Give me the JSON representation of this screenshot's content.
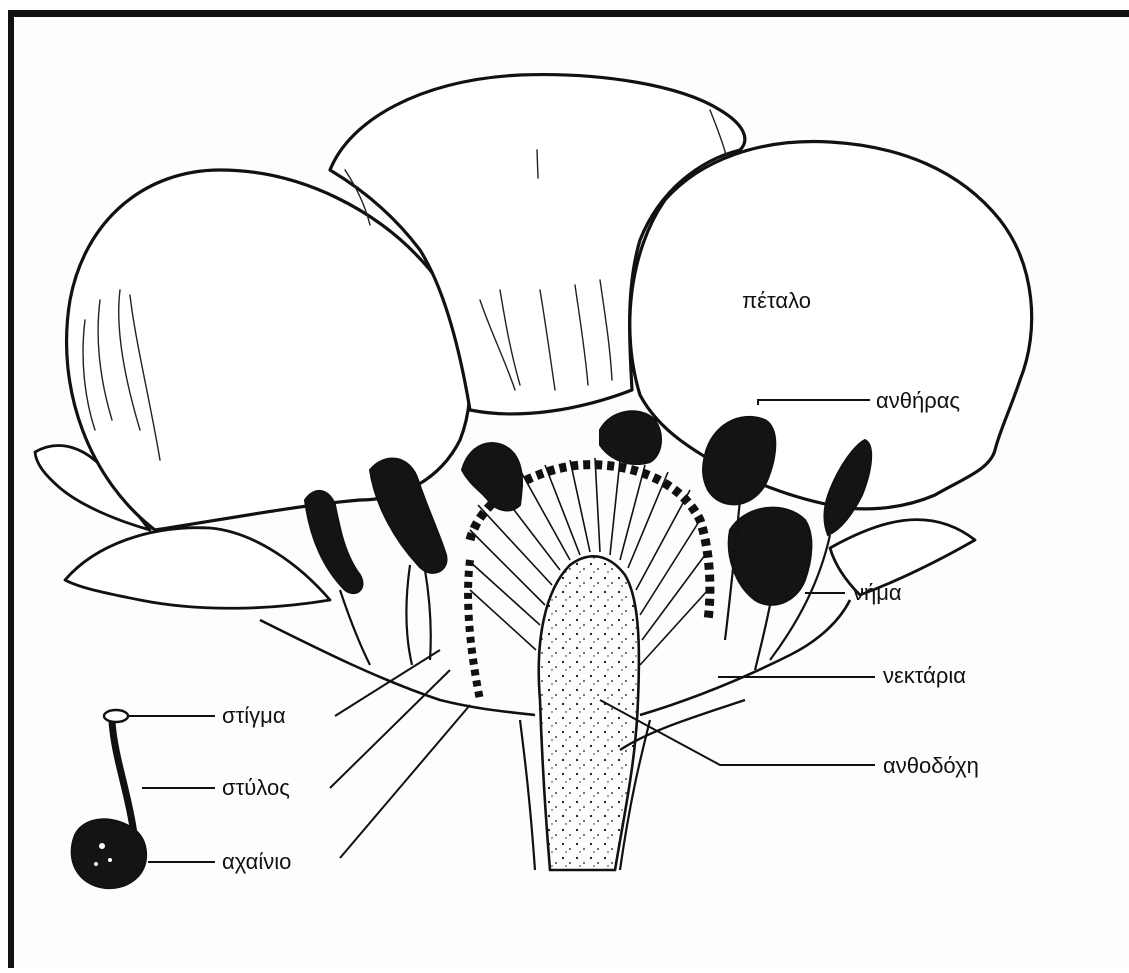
{
  "labels": {
    "petal": "πέταλο",
    "anther": "ανθήρας",
    "filament": "νήμα",
    "nectaries": "νεκτάρια",
    "receptacle": "ανθοδόχη",
    "stigma": "στίγμα",
    "style": "στύλος",
    "achene": "αχαίνιο"
  },
  "colors": {
    "ink": "#111111",
    "paper": "#fdfdfb"
  }
}
